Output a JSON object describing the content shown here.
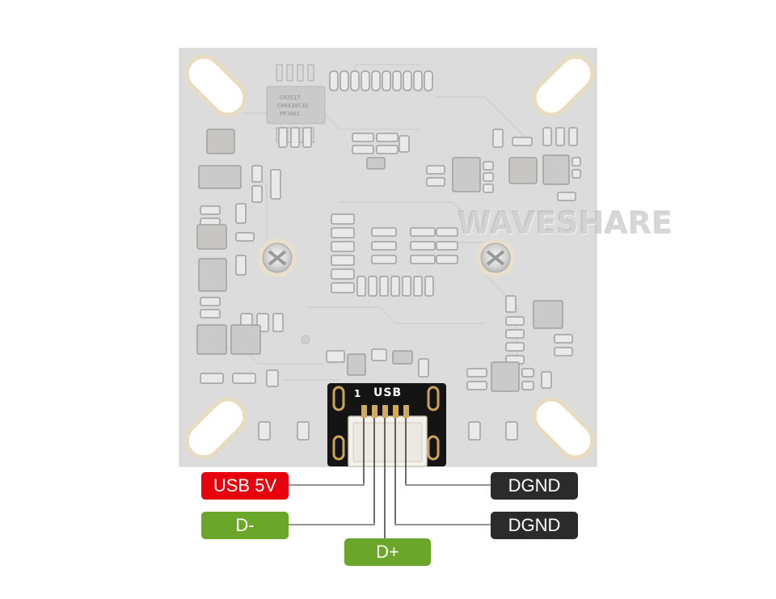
{
  "watermark": "WAVESHARE",
  "connector": {
    "pin1_label": "1",
    "port_label": "USB"
  },
  "chip_markings": [
    "CH2517",
    "CH9430TJG",
    "PFJ0EC"
  ],
  "pins": [
    {
      "label": "USB 5V",
      "color": "#e8000d"
    },
    {
      "label": "D-",
      "color": "#6aa62a"
    },
    {
      "label": "D+",
      "color": "#6aa62a"
    },
    {
      "label": "DGND",
      "color": "#2b2b2b"
    },
    {
      "label": "DGND",
      "color": "#2b2b2b"
    }
  ]
}
